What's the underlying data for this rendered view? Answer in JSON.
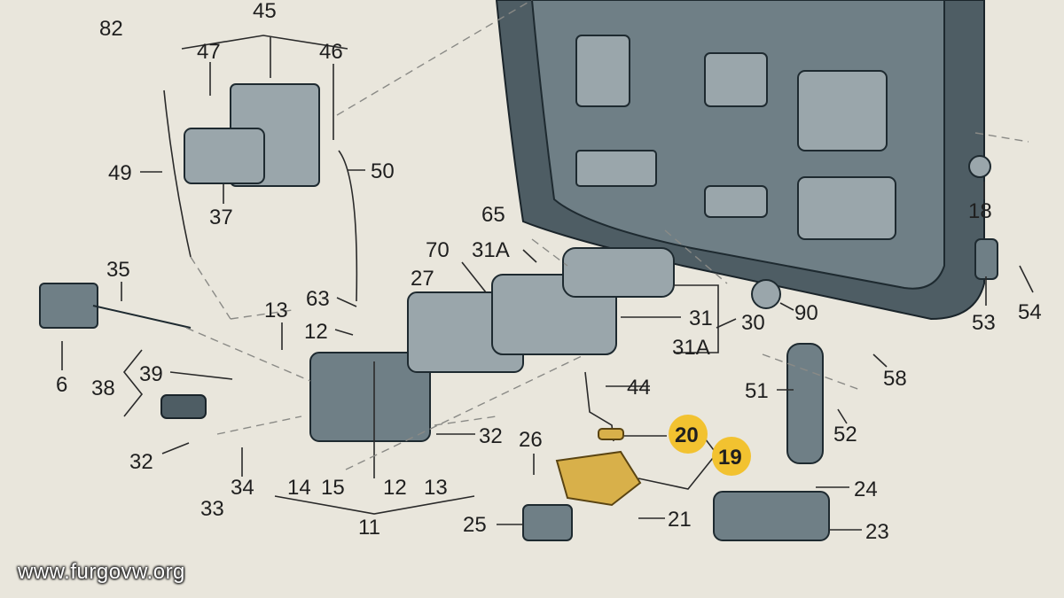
{
  "diagram": {
    "watermark": "www.furgovw.org",
    "highlight_color": "#f2c230",
    "labels": {
      "l82": "82",
      "l45": "45",
      "l47": "47",
      "l46": "46",
      "l49": "49",
      "l50": "50",
      "l37": "37",
      "l35": "35",
      "l6": "6",
      "l13a": "13",
      "l63": "63",
      "l12a": "12",
      "l27": "27",
      "l70": "70",
      "l31a_top": "31A",
      "l65": "65",
      "l31": "31",
      "l30": "30",
      "l31a_bot": "31A",
      "l90": "90",
      "l18": "18",
      "l53": "53",
      "l54": "54",
      "l58": "58",
      "l51": "51",
      "l52": "52",
      "l39": "39",
      "l38": "38",
      "l32a": "32",
      "l34": "34",
      "l33": "33",
      "l14": "14",
      "l15": "15",
      "l12b": "12",
      "l13b": "13",
      "l11": "11",
      "l32b": "32",
      "l44": "44",
      "l26": "26",
      "l25": "25",
      "l20": "20",
      "l19": "19",
      "l21": "21",
      "l24": "24",
      "l23": "23"
    }
  }
}
